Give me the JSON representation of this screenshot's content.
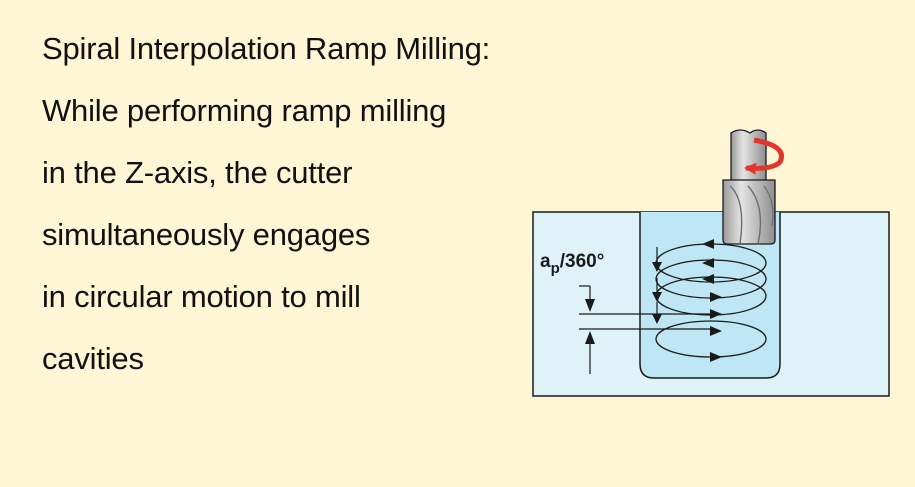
{
  "text": {
    "title": "Spiral Interpolation Ramp Milling:",
    "lines": [
      "While performing ramp milling",
      "in the Z-axis, the cutter",
      "simultaneously engages",
      "in circular motion to mill",
      "cavities"
    ]
  },
  "diagram": {
    "label_a": "a",
    "label_sub": "p",
    "label_rest": "/360°",
    "colors": {
      "workpiece": "#dff2f8",
      "cavity": "#bfe6f4",
      "outline": "#1a1a1a",
      "tool": "#bcbcbc",
      "tool_dark": "#7a7a7a",
      "rotation_arrow": "#e0362c"
    }
  }
}
